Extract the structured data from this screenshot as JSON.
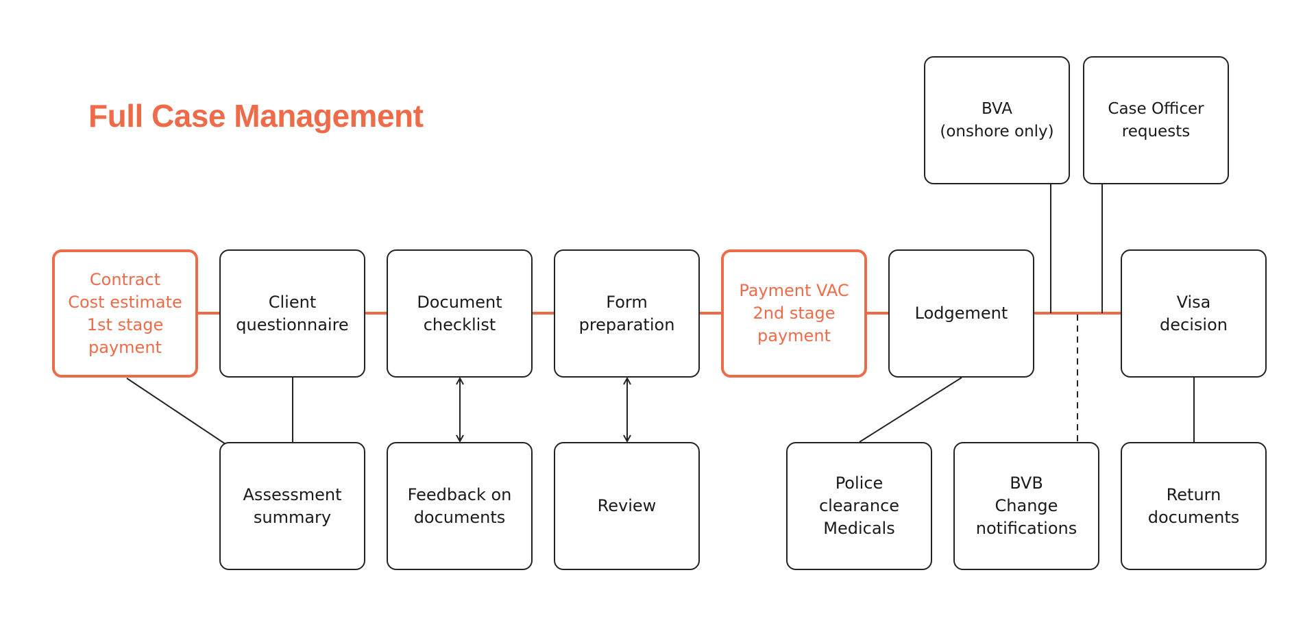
{
  "title": "Full Case Management",
  "colors": {
    "accent": "#ee6b4a",
    "stroke": "#222222",
    "text": "#1a1a1a"
  },
  "nodes": {
    "contract": "Contract\nCost estimate\n1st stage\npayment",
    "client_questionnaire": "Client\nquestionnaire",
    "document_checklist": "Document\nchecklist",
    "form_preparation": "Form\npreparation",
    "payment_vac": "Payment VAC\n2nd stage\npayment",
    "lodgement": "Lodgement",
    "visa_decision": "Visa\ndecision",
    "bva": "BVA\n(onshore only)",
    "case_officer_requests": "Case Officer\nrequests",
    "assessment_summary": "Assessment\nsummary",
    "feedback_on_documents": "Feedback on\ndocuments",
    "review": "Review",
    "police_clearance_medicals": "Police\nclearance\nMedicals",
    "bvb_change_notifications": "BVB\nChange\nnotifications",
    "return_documents": "Return\ndocuments"
  }
}
